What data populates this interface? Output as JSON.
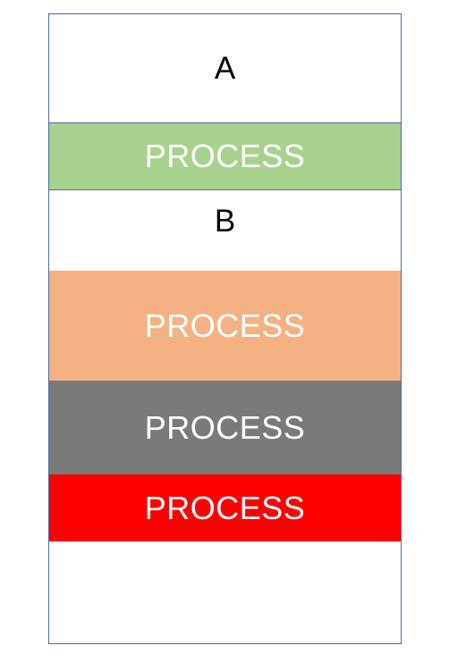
{
  "sections": {
    "a": {
      "label": "A"
    },
    "b": {
      "label": "B"
    }
  },
  "processes": [
    {
      "label": "PROCESS",
      "color": "#a9d18e"
    },
    {
      "label": "PROCESS",
      "color": "#f4b183"
    },
    {
      "label": "PROCESS",
      "color": "#7a7a7a"
    },
    {
      "label": "PROCESS",
      "color": "#ff0000"
    }
  ],
  "frame_color": "#4a6aa8"
}
